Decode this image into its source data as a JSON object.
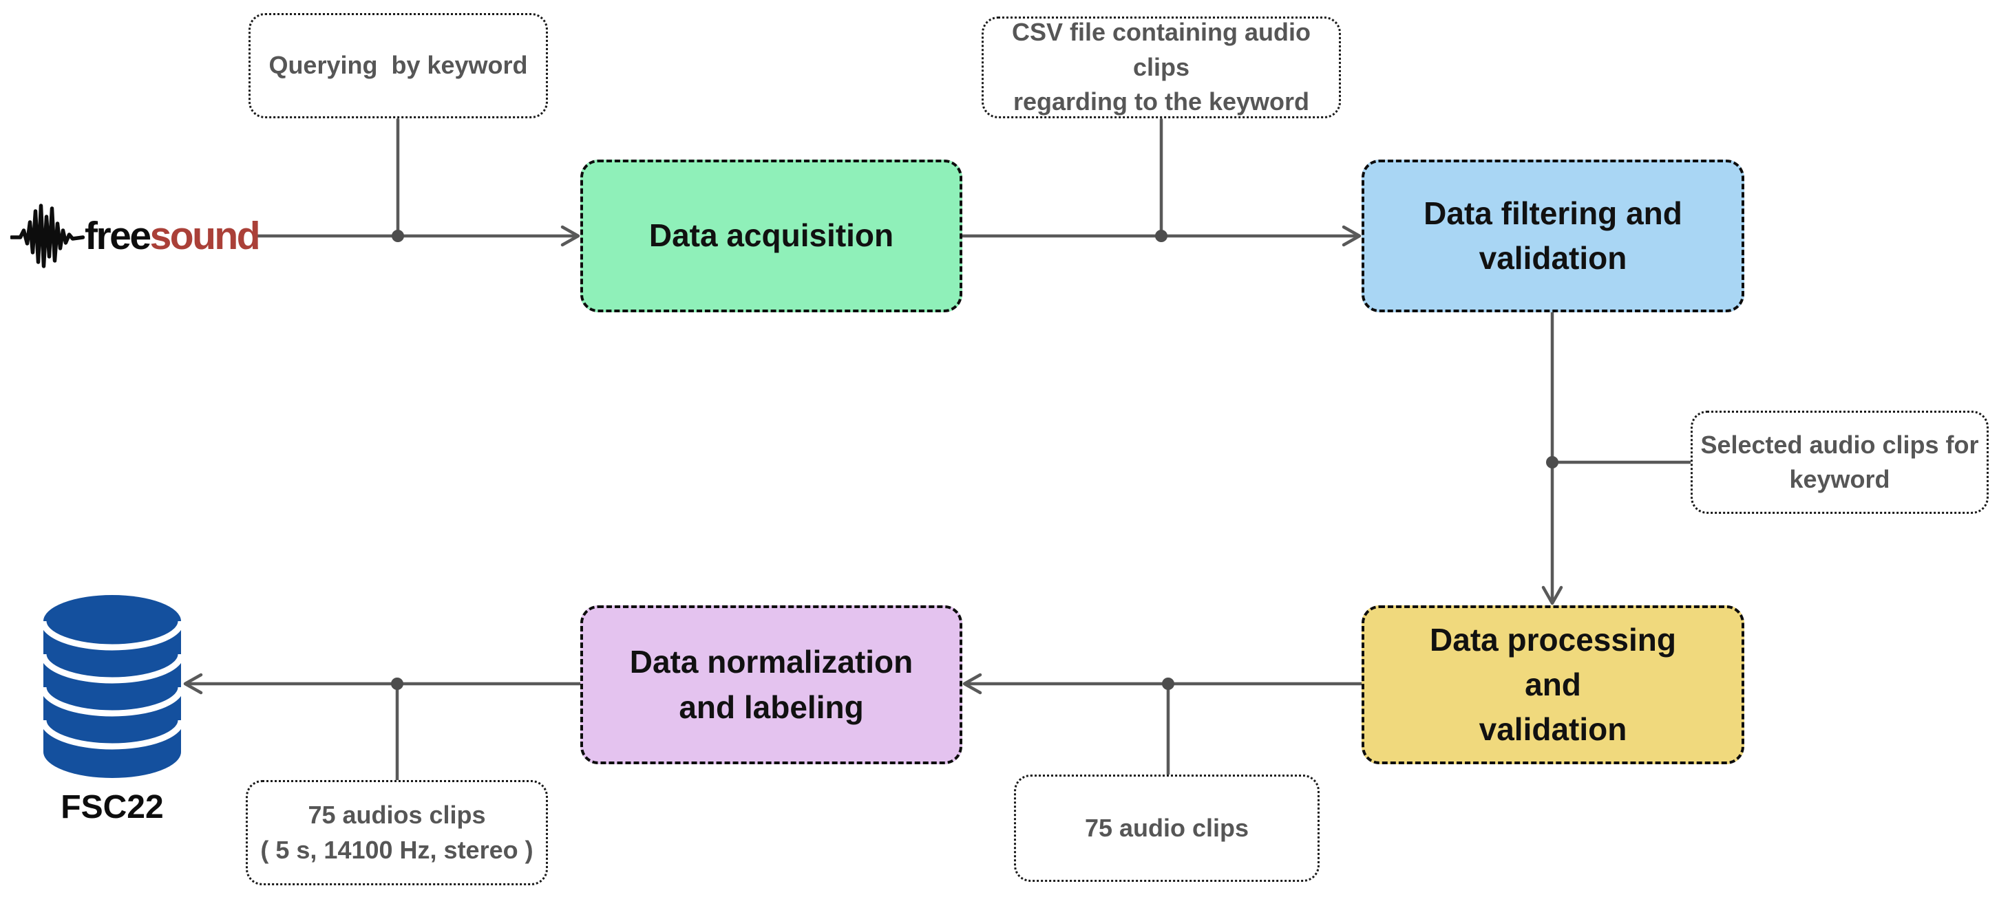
{
  "logo": {
    "free": "free",
    "sound": "sound",
    "sound_color": "#AA4038"
  },
  "process_boxes": [
    {
      "lines": [
        "Data acquisition",
        ""
      ],
      "fill": "#8FF0B9"
    },
    {
      "lines": [
        "Data filtering and",
        "validation"
      ],
      "fill": "#A9D6F4"
    },
    {
      "lines": [
        "Data processing and",
        "validation"
      ],
      "fill": "#F0D97D"
    },
    {
      "lines": [
        "Data normalization",
        "and labeling"
      ],
      "fill": "#E4C3EF"
    }
  ],
  "annotations": [
    {
      "lines": [
        "Querying  by keyword",
        ""
      ]
    },
    {
      "lines": [
        "CSV file containing audio clips",
        "regarding to the keyword"
      ]
    },
    {
      "lines": [
        "Selected audio clips for",
        "keyword"
      ]
    },
    {
      "lines": [
        "75 audio clips",
        ""
      ]
    },
    {
      "lines": [
        "75 audios clips",
        "( 5 s, 14100 Hz, stereo )"
      ]
    }
  ],
  "database": {
    "label": "FSC22",
    "color": "#14509E"
  },
  "colors": {
    "connector": "#595959",
    "junction_dot": "#4D4D4D",
    "annotation_text": "#565656",
    "box_text": "#111111"
  }
}
